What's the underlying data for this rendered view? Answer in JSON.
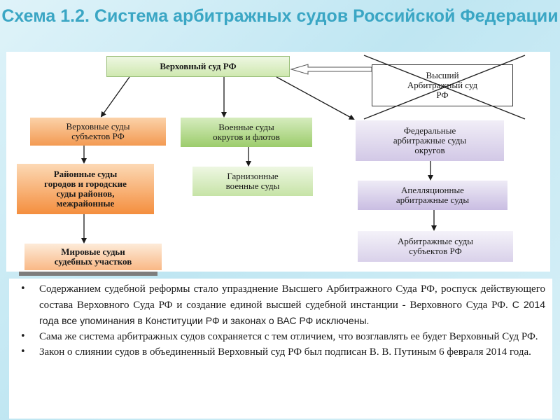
{
  "title": "Схема 1.2. Система арбитражных судов Российской Федерации",
  "diagram": {
    "nodes": [
      {
        "id": "supreme",
        "label": "Верховный суд РФ"
      },
      {
        "id": "vas",
        "label": "Высший\nАрбитражный суд\nРФ",
        "crossed_out": true
      },
      {
        "id": "subject-courts",
        "label": "Верховные суды\nсубъектов РФ"
      },
      {
        "id": "district-courts",
        "label": "Районные суды\nгородов и городские\nсуды районов,\nмежрайонные"
      },
      {
        "id": "magistrates",
        "label": "Мировые судьи\nсудебных участков"
      },
      {
        "id": "military-courts",
        "label": "Военные суды\nокругов и флотов"
      },
      {
        "id": "garrison-courts",
        "label": "Гарнизонные\nвоенные суды"
      },
      {
        "id": "federal-arbitration",
        "label": "Федеральные\nарбитражные суды\nокругов"
      },
      {
        "id": "appeal-arbitration",
        "label": "Апелляционные\nарбитражные суды"
      },
      {
        "id": "subject-arbitration",
        "label": "Арбитражные суды\nсубъектов РФ"
      }
    ],
    "colors": {
      "supreme": "#dff0c8",
      "orange": "#f7a15e",
      "green": "#b5d98a",
      "violet": "#d8d0e8",
      "cross": "#222222"
    }
  },
  "bullets": [
    {
      "text": "Содержанием судебной реформы стало упразднение Высшего Арбитражного Суда РФ, роспуск действующего состава Верховного Суда РФ и создание единой высшей судебной инстанции - Верховного Суда РФ.",
      "tail": " С 2014 года все упоминания в Конституции РФ и законах о ВАС РФ исключены."
    },
    {
      "text": "Сама же система арбитражных судов сохраняется с тем отличием, что возглавлять ее будет Верховный Суд РФ.",
      "tail": ""
    },
    {
      "text": "Закон о слиянии судов в объединенный Верховный суд РФ был подписан В. В. Путиным 6 февраля 2014 года.",
      "tail": ""
    }
  ]
}
